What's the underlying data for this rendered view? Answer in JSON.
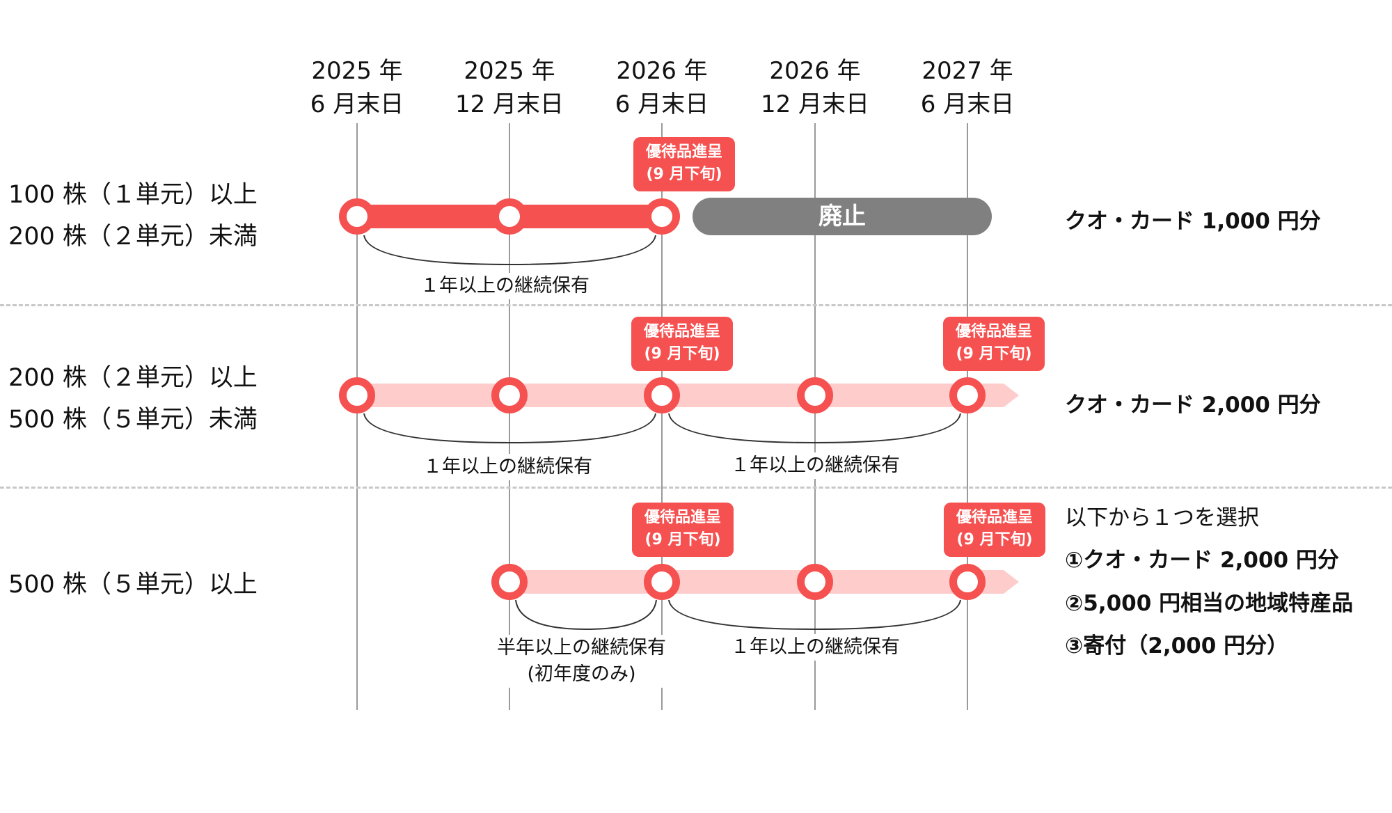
{
  "columns": [
    {
      "year": "2025 年",
      "date": "6 月末日"
    },
    {
      "year": "2025 年",
      "date": "12 月末日"
    },
    {
      "year": "2026 年",
      "date": "6 月末日"
    },
    {
      "year": "2026 年",
      "date": "12 月末日"
    },
    {
      "year": "2027 年",
      "date": "6 月末日"
    }
  ],
  "badge": {
    "line1": "優待品進呈",
    "line2": "(9 月下旬)"
  },
  "rows": [
    {
      "label_lines": [
        "100 株（１単元）以上",
        "200 株（２単元）未満"
      ],
      "status": "廃止",
      "holding": [
        "１年以上の継続保有"
      ],
      "reward": "クオ・カード 1,000 円分"
    },
    {
      "label_lines": [
        "200 株（２単元）以上",
        "500 株（５単元）未満"
      ],
      "holding": [
        "１年以上の継続保有",
        "１年以上の継続保有"
      ],
      "reward": "クオ・カード 2,000 円分"
    },
    {
      "label_lines": [
        "500 株（５単元）以上"
      ],
      "holding": [
        "半年以上の継続保有",
        "(初年度のみ)",
        "１年以上の継続保有"
      ],
      "reward_intro": "以下から１つを選択",
      "reward_options": [
        "①クオ・カード 2,000 円分",
        "②5,000 円相当の地域特産品",
        "③寄付（2,000 円分）"
      ]
    }
  ],
  "colors": {
    "accent": "#f55150",
    "accent_light": "#ffcccc",
    "abolished": "#808080"
  }
}
